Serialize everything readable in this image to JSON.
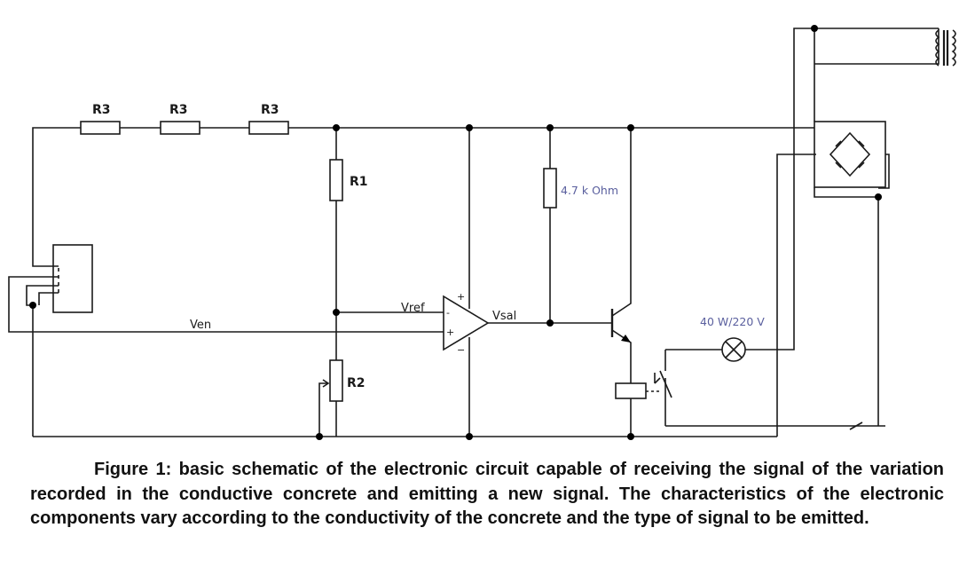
{
  "diagram": {
    "labels": {
      "r3_a": "R3",
      "r3_b": "R3",
      "r3_c": "R3",
      "r1": "R1",
      "r2": "R2",
      "resistor_value": "4.7 k Ohm",
      "vref": "Vref",
      "vsal": "Vsal",
      "ven": "Ven",
      "lamp_rating": "40 W/220 V",
      "opamp_plus_top": "+",
      "opamp_minus": "-",
      "opamp_plus_in": "+",
      "opamp_minus_bottom": "−"
    }
  },
  "caption": "Figure 1: basic schematic of the electronic circuit capable of receiving the signal of the variation recorded in the conductive concrete and emitting a new signal. The characteristics of the electronic components vary according to the conductivity of the concrete and the type of signal to be emitted."
}
